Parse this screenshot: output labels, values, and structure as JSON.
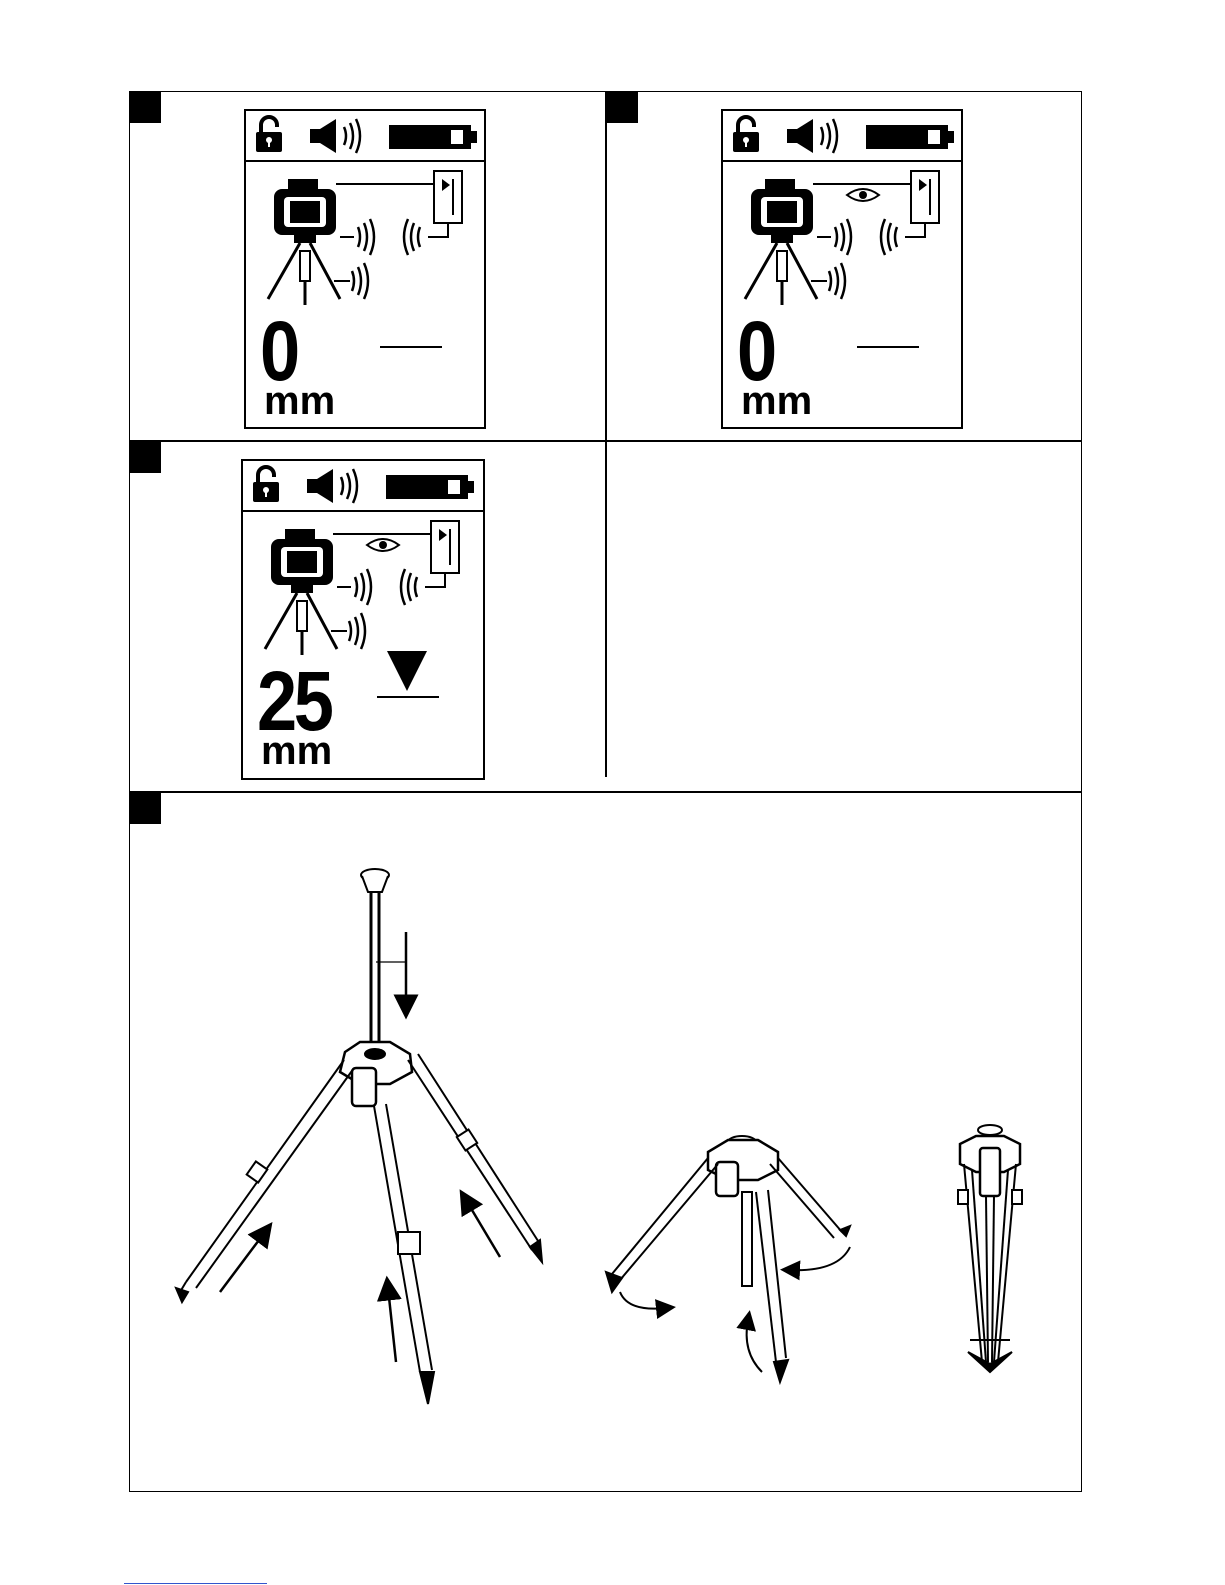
{
  "panels": [
    {
      "id": "p1",
      "value": "0",
      "unit": "mm",
      "indicator": "line",
      "show_eye": false
    },
    {
      "id": "p2",
      "value": "0",
      "unit": "mm",
      "indicator": "line",
      "show_eye": true
    },
    {
      "id": "p3",
      "value": "25",
      "unit": "mm",
      "indicator": "arrow-down",
      "show_eye": true
    }
  ],
  "icons": [
    "unlock-icon",
    "speaker-icon",
    "battery-icon",
    "rotating-laser-icon",
    "receiver-icon",
    "eye-icon",
    "signal-waves-icon"
  ],
  "illustration": [
    "tripod-extended",
    "tripod-legs-folding",
    "tripod-folded"
  ]
}
